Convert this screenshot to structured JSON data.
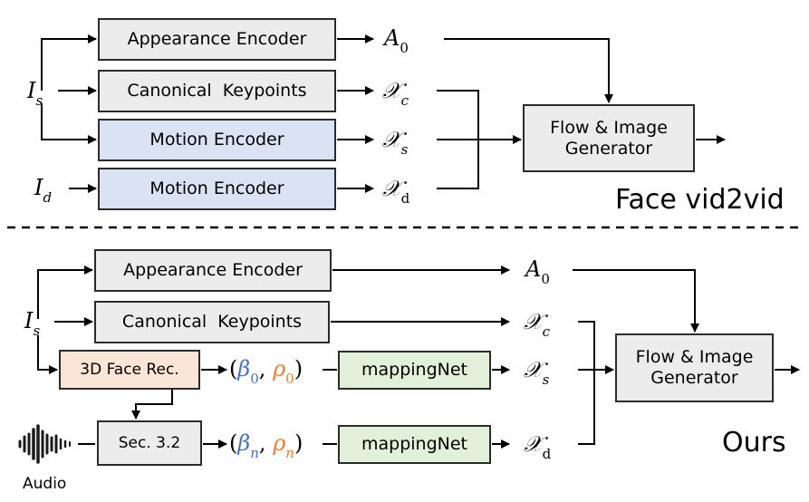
{
  "top": {
    "appearance_encoder": "Appearance Encoder",
    "canonical_keypoints": "Canonical  Keypoints",
    "motion_encoder_1": "Motion Encoder",
    "motion_encoder_2": "Motion Encoder",
    "generator": "Flow & Image Generator",
    "generator_line1": "Flow & Image",
    "generator_line2": "Generator",
    "title": "Face vid2vid",
    "input_source": "I",
    "input_source_sub": "s",
    "input_driving": "I",
    "input_driving_sub": "d",
    "out_a": "A",
    "out_a_sub": "0",
    "out_xc": "𝒳",
    "out_xc_sub": "c",
    "out_xs": "𝒳",
    "out_xs_sub": "s",
    "out_xd": "𝒳",
    "out_xd_sub": "d"
  },
  "bottom": {
    "appearance_encoder": "Appearance Encoder",
    "canonical_keypoints": "Canonical  Keypoints",
    "face_rec": "3D Face Rec.",
    "sec": "Sec. 3.2",
    "mapping_1": "mappingNet",
    "mapping_2": "mappingNet",
    "generator_line1": "Flow & Image",
    "generator_line2": "Generator",
    "title": "Ours",
    "audio_label": "Audio",
    "input_source": "I",
    "input_source_sub": "s",
    "beta0": "β",
    "beta0_sub": "0",
    "rho0": "ρ",
    "rho0_sub": "0",
    "betan": "β",
    "betan_sub": "n",
    "rhon": "ρ",
    "rhon_sub": "n",
    "out_a": "A",
    "out_a_sub": "0",
    "out_xc": "𝒳",
    "out_xc_sub": "c",
    "out_xs": "𝒳",
    "out_xs_sub": "s",
    "out_xd": "𝒳",
    "out_xd_sub": "d"
  },
  "colors": {
    "gray_box": "#ececec",
    "blue_box": "#dae3f3",
    "peach_box": "#fbe5d6",
    "green_box": "#e2efd9",
    "beta": "#4472c4",
    "rho": "#ed7d31"
  }
}
